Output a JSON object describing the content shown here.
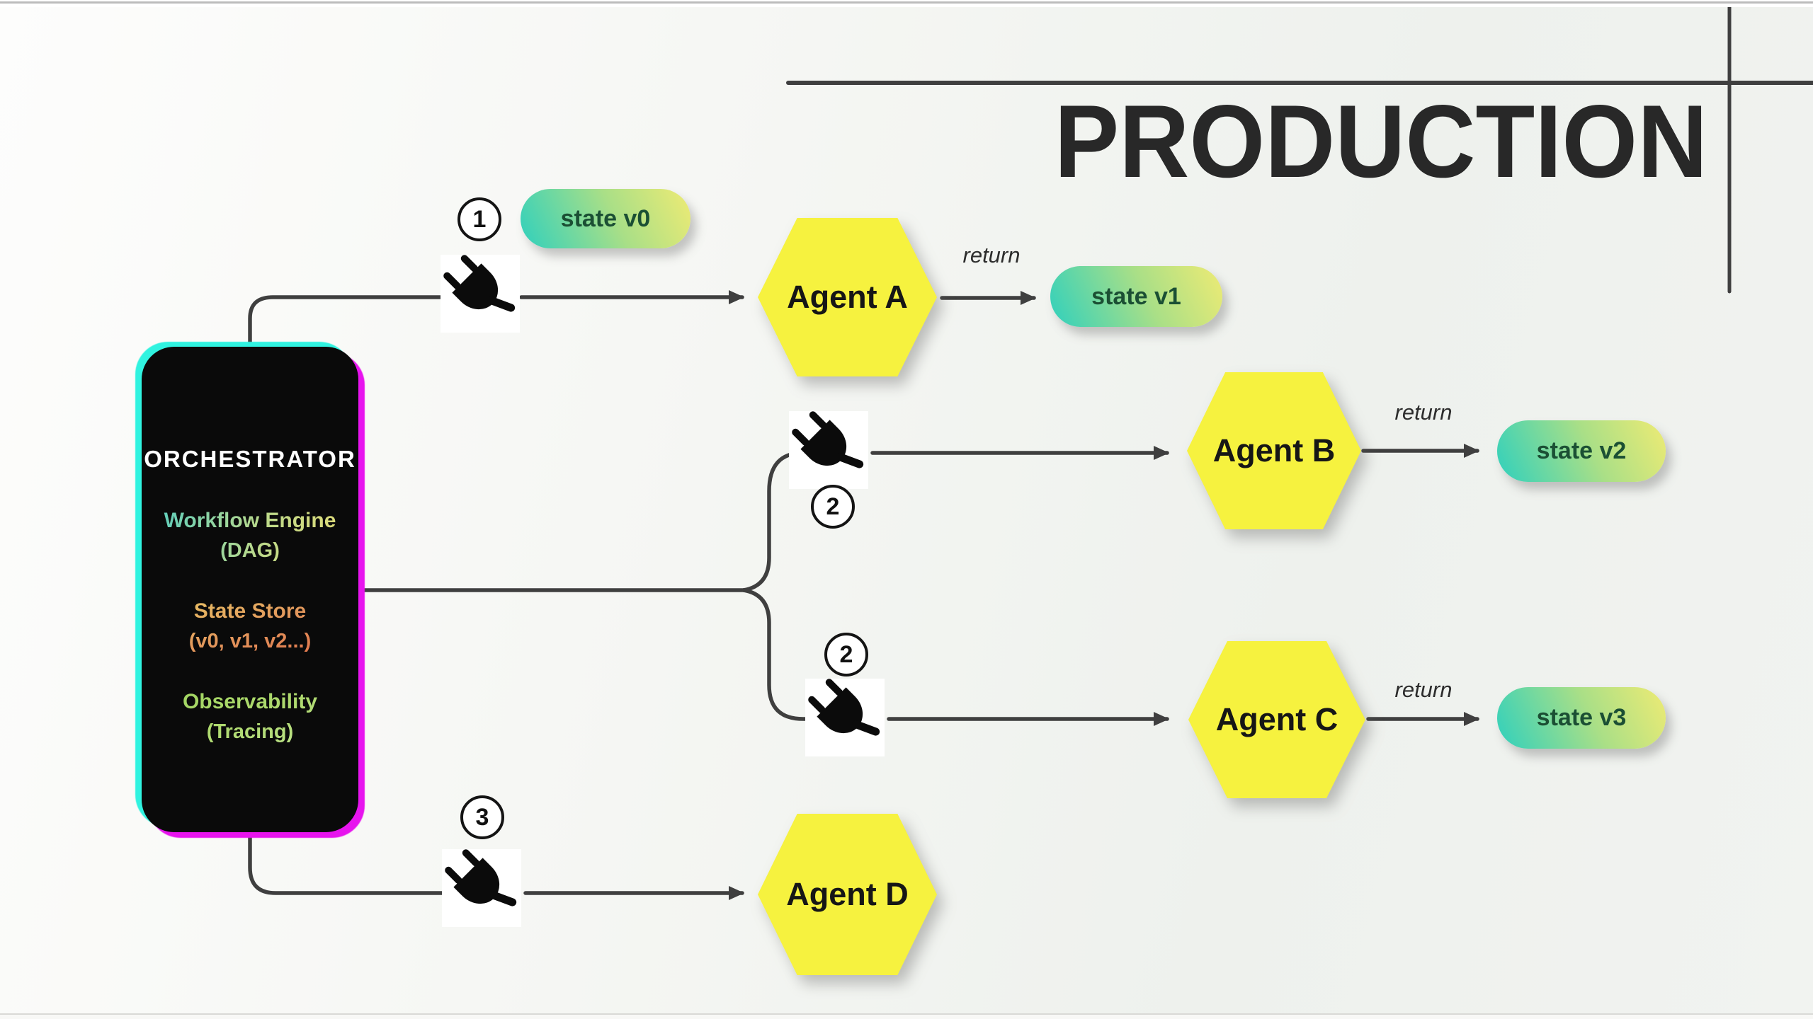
{
  "title": "PRODUCTION",
  "orchestrator": {
    "title": "ORCHESTRATOR",
    "sections": [
      {
        "name": "Workflow Engine",
        "detail": "(DAG)"
      },
      {
        "name": "State Store",
        "detail": "(v0, v1, v2...)"
      },
      {
        "name": "Observability",
        "detail": "(Tracing)"
      }
    ]
  },
  "agents": [
    {
      "label": "Agent A"
    },
    {
      "label": "Agent B"
    },
    {
      "label": "Agent C"
    },
    {
      "label": "Agent D"
    }
  ],
  "states": [
    {
      "label": "state v0"
    },
    {
      "label": "state v1"
    },
    {
      "label": "state v2"
    },
    {
      "label": "state v3"
    }
  ],
  "step_badges": [
    {
      "number": "1"
    },
    {
      "number": "2"
    },
    {
      "number": "2"
    },
    {
      "number": "3"
    }
  ],
  "labels": {
    "return": "return"
  },
  "icons": {
    "plug": "plug-icon"
  },
  "colors": {
    "background": "#f1f3f0",
    "connector_line": "#3f3f3f",
    "title_text": "#282828",
    "agent_fill": "#f6f23f",
    "agent_text": "#161616",
    "state_gradient_start": "#2fd0bd",
    "state_gradient_end": "#eeeb74",
    "state_text": "#1b4f34",
    "orchestrator_fill": "#0a0a0a",
    "orchestrator_title_text": "#ffffff",
    "orchestrator_glow_left": "#30f3e0",
    "orchestrator_glow_right": "#e714ee",
    "workflow_gradient": [
      "#4fccc4",
      "#e9dc74"
    ],
    "state_store_gradient": [
      "#e9cf68",
      "#e06a47"
    ],
    "observability_gradient": [
      "#9cd35c",
      "#c3e794"
    ],
    "badge_border": "#141414"
  }
}
